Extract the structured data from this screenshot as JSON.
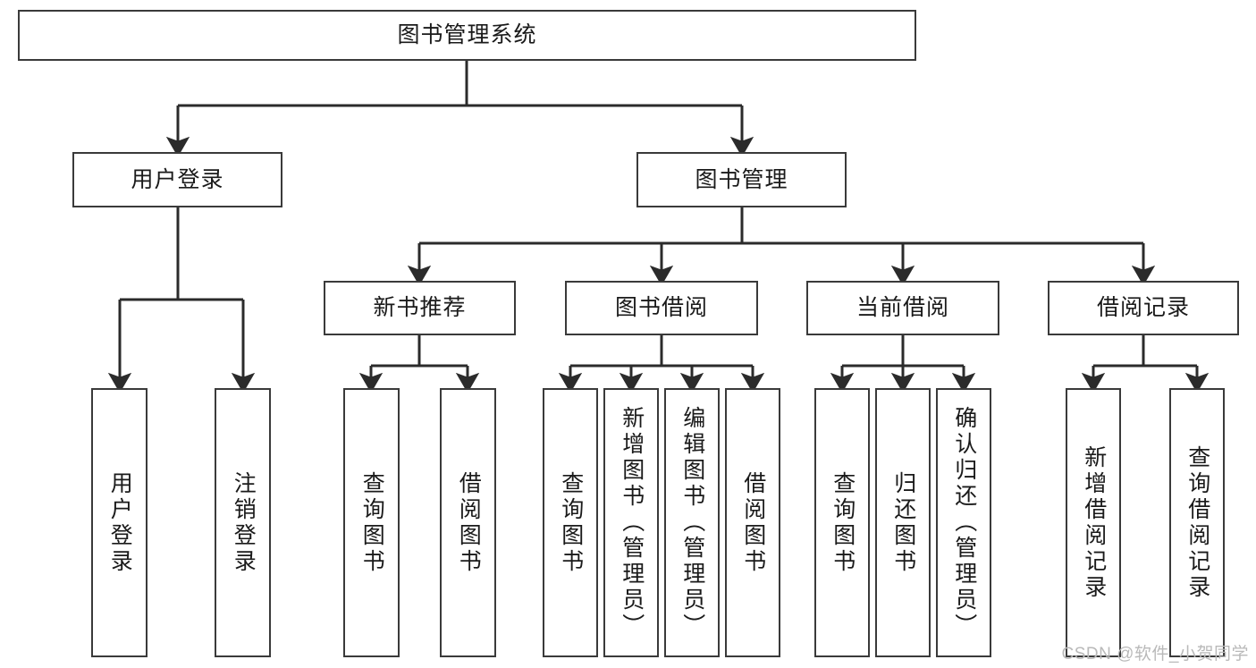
{
  "diagram": {
    "title": "图书管理系统",
    "type": "hierarchy-tree",
    "watermark": "CSDN @软件_小贺同学",
    "colors": {
      "box_border": "#3a3a3a",
      "box_fill": "#ffffff",
      "connector": "#2b2b2b",
      "text": "#1a1a1a",
      "watermark": "#b9b9b9"
    },
    "root": {
      "label": "图书管理系统"
    },
    "level2": [
      {
        "id": "user-login",
        "label": "用户登录"
      },
      {
        "id": "book-manage",
        "label": "图书管理"
      }
    ],
    "level3": [
      {
        "id": "new-book-recommend",
        "label": "新书推荐"
      },
      {
        "id": "book-borrow",
        "label": "图书借阅"
      },
      {
        "id": "current-borrow",
        "label": "当前借阅"
      },
      {
        "id": "borrow-record",
        "label": "借阅记录"
      }
    ],
    "leaves": [
      {
        "id": "leaf-user-login",
        "label": "用户登录",
        "parent": "user-login"
      },
      {
        "id": "leaf-logout-login",
        "label": "注销登录",
        "parent": "user-login"
      },
      {
        "id": "leaf-query-book-1",
        "label": "查询图书",
        "parent": "new-book-recommend"
      },
      {
        "id": "leaf-borrow-book-1",
        "label": "借阅图书",
        "parent": "new-book-recommend"
      },
      {
        "id": "leaf-query-book-2",
        "label": "查询图书",
        "parent": "book-borrow"
      },
      {
        "id": "leaf-add-book",
        "label": "新增图书（管理员）",
        "parent": "book-borrow"
      },
      {
        "id": "leaf-edit-book",
        "label": "编辑图书（管理员）",
        "parent": "book-borrow"
      },
      {
        "id": "leaf-borrow-book-2",
        "label": "借阅图书",
        "parent": "book-borrow"
      },
      {
        "id": "leaf-query-book-3",
        "label": "查询图书",
        "parent": "current-borrow"
      },
      {
        "id": "leaf-return-book",
        "label": "归还图书",
        "parent": "current-borrow"
      },
      {
        "id": "leaf-confirm-return",
        "label": "确认归还（管理员）",
        "parent": "current-borrow"
      },
      {
        "id": "leaf-add-record",
        "label": "新增借阅记录",
        "parent": "borrow-record"
      },
      {
        "id": "leaf-query-record",
        "label": "查询借阅记录",
        "parent": "borrow-record"
      }
    ]
  }
}
